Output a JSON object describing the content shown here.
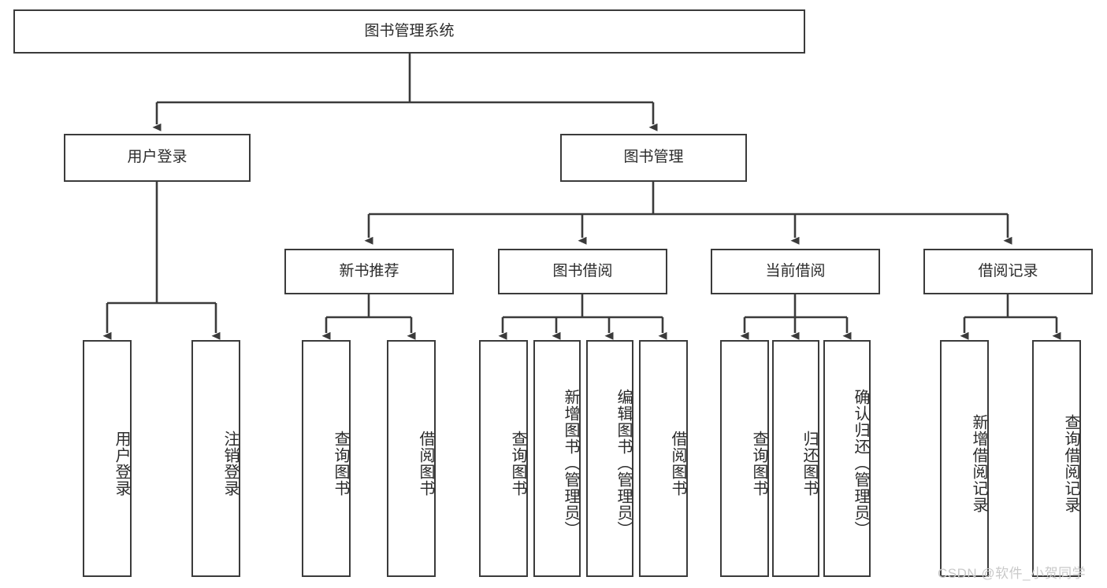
{
  "diagram": {
    "type": "tree",
    "title": "图书管理系统",
    "root": {
      "label": "图书管理系统"
    },
    "level2": [
      {
        "label": "用户登录"
      },
      {
        "label": "图书管理"
      }
    ],
    "level3": [
      {
        "label": "新书推荐"
      },
      {
        "label": "图书借阅"
      },
      {
        "label": "当前借阅"
      },
      {
        "label": "借阅记录"
      }
    ],
    "leaves": {
      "user_login": [
        {
          "label": "用户登录"
        },
        {
          "label": "注销登录"
        }
      ],
      "new_book_recommend": [
        {
          "label": "查询图书"
        },
        {
          "label": "借阅图书"
        }
      ],
      "book_borrow": [
        {
          "label": "查询图书"
        },
        {
          "label": "新增图书（管理员）"
        },
        {
          "label": "编辑图书（管理员）"
        },
        {
          "label": "借阅图书"
        }
      ],
      "current_borrow": [
        {
          "label": "查询图书"
        },
        {
          "label": "归还图书"
        },
        {
          "label": "确认归还（管理员）"
        }
      ],
      "borrow_record": [
        {
          "label": "新增借阅记录"
        },
        {
          "label": "查询借阅记录"
        }
      ]
    }
  },
  "watermark": {
    "text": "CSDN @软件_小贺同学"
  },
  "colors": {
    "stroke": "#3b3b3b",
    "background": "#ffffff",
    "text": "#2b2b2b",
    "watermark": "#c9c9c9"
  }
}
